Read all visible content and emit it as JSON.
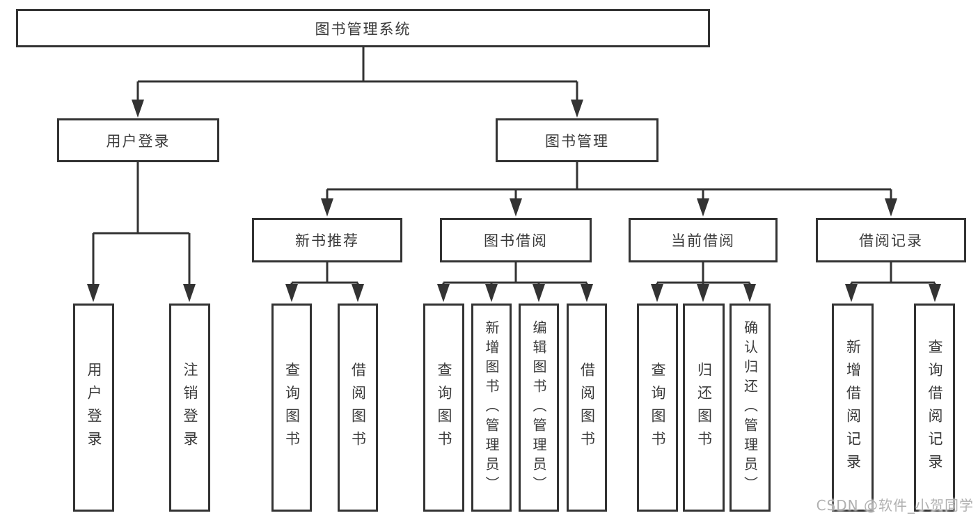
{
  "diagram_title": "图书管理系统",
  "tree": {
    "root": {
      "label": "图书管理系统"
    },
    "branches": [
      {
        "label": "用户登录",
        "children": [
          {
            "label": "用户登录"
          },
          {
            "label": "注销登录"
          }
        ]
      },
      {
        "label": "图书管理",
        "children": [
          {
            "label": "新书推荐",
            "children": [
              {
                "label": "查询图书"
              },
              {
                "label": "借阅图书"
              }
            ]
          },
          {
            "label": "图书借阅",
            "children": [
              {
                "label": "查询图书"
              },
              {
                "label": "新增图书（管理员）"
              },
              {
                "label": "编辑图书（管理员）"
              },
              {
                "label": "借阅图书"
              }
            ]
          },
          {
            "label": "当前借阅",
            "children": [
              {
                "label": "查询图书"
              },
              {
                "label": "归还图书"
              },
              {
                "label": "确认归还（管理员）"
              }
            ]
          },
          {
            "label": "借阅记录",
            "children": [
              {
                "label": "新增借阅记录"
              },
              {
                "label": "查询借阅记录"
              }
            ]
          }
        ]
      }
    ]
  },
  "watermark": "CSDN @软件_小贺同学",
  "colors": {
    "line": "#333333",
    "box_border": "#333333",
    "text": "#3a3a3a",
    "background": "#ffffff",
    "watermark": "#b0b0b0"
  }
}
